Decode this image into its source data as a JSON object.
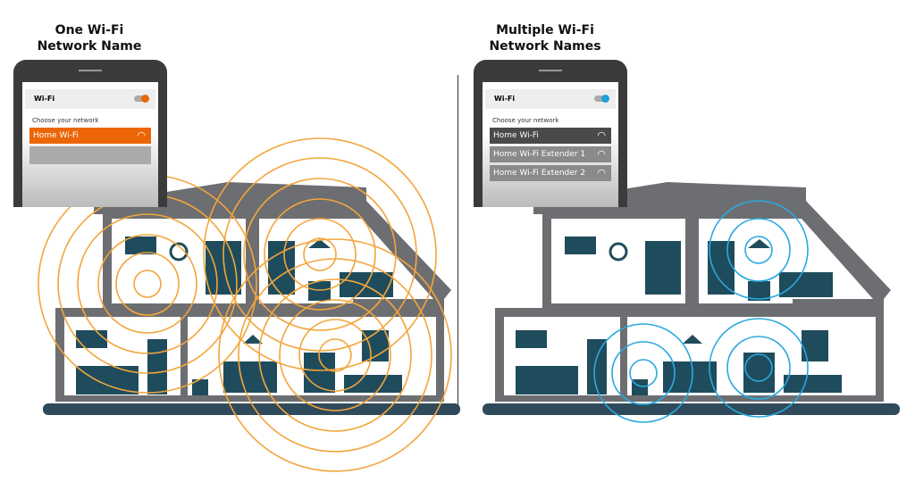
{
  "left": {
    "title_line1": "One Wi-Fi",
    "title_line2": "Network Name",
    "wifi_label": "Wi-Fi",
    "choose_label": "Choose your network",
    "networks": [
      "Home Wi-Fi"
    ],
    "accent": "#ec6608"
  },
  "right": {
    "title_line1": "Multiple Wi-Fi",
    "title_line2": "Network Names",
    "wifi_label": "Wi-Fi",
    "choose_label": "Choose your network",
    "networks": [
      "Home Wi-Fi",
      "Home Wi-Fi  Extender 1",
      "Home Wi-Fi  Extender 2"
    ],
    "accent": "#1ea0dc"
  },
  "icons": {
    "wifi": "wifi-icon",
    "toggle": "toggle-switch"
  },
  "colors": {
    "house": "#6d6e71",
    "room": "#ffffff",
    "floor": "#2f4a5a",
    "furniture": "#1f4c5c",
    "orange": "#f3a53c",
    "blue": "#29a9e0"
  }
}
